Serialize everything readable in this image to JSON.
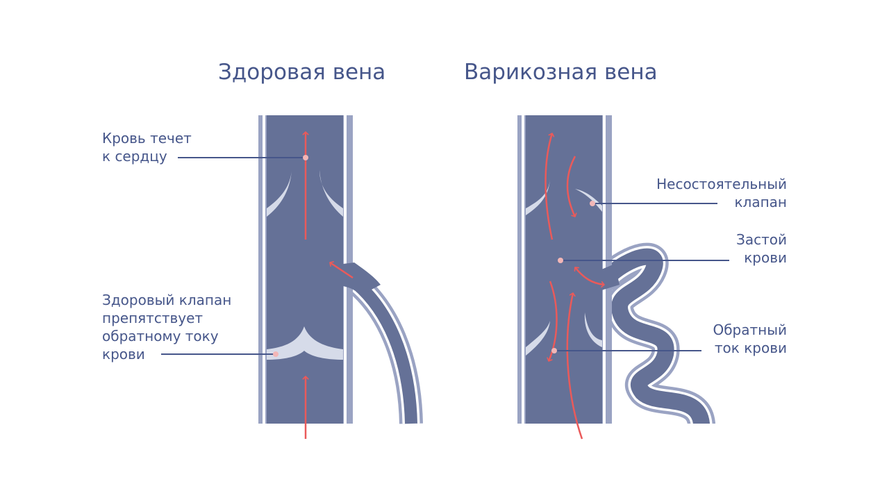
{
  "titles": {
    "healthy": "Здоровая вена",
    "varicose": "Варикозная вена"
  },
  "labels": {
    "blood_to_heart": [
      "Кровь течет",
      "к сердцу"
    ],
    "healthy_valve": [
      "Здоровый клапан",
      "препятствует",
      "обратному току",
      "крови"
    ],
    "failed_valve": [
      "Несостоятельный",
      "клапан"
    ],
    "stasis": [
      "Застой",
      "крови"
    ],
    "reflux": [
      "Обратный",
      "ток крови"
    ]
  },
  "colors": {
    "vein_fill": "#657197",
    "vein_wall": "#9aa3c3",
    "valve": "#d6dbe9",
    "arrow": "#ea5a5a",
    "text": "#46568a",
    "dot": "#f2b6b6"
  }
}
